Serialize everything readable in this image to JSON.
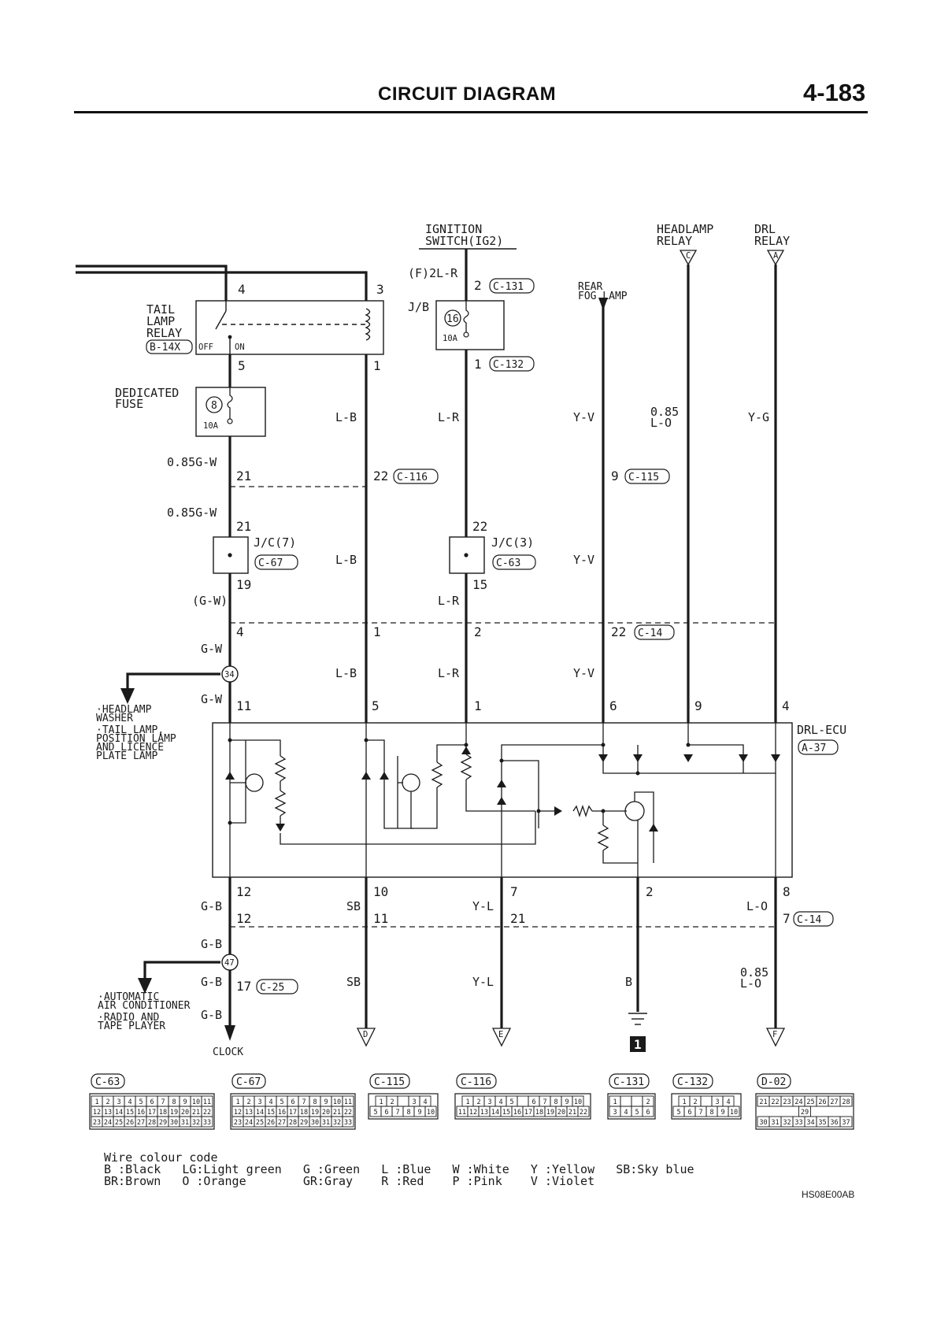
{
  "header": {
    "title": "CIRCUIT DIAGRAM",
    "page": "4-183"
  },
  "sources": {
    "ignition": [
      "IGNITION",
      "SWITCH(IG2)"
    ],
    "headlamp_relay": [
      "HEADLAMP",
      "RELAY"
    ],
    "headlamp_relay_code": "C",
    "drl_relay": [
      "DRL",
      "RELAY"
    ],
    "drl_relay_code": "A",
    "rear_fog": [
      "REAR",
      "FOG LAMP"
    ]
  },
  "tail_relay": {
    "name": [
      "TAIL",
      "LAMP",
      "RELAY"
    ],
    "code": "B-14X",
    "off": "OFF",
    "on": "ON",
    "pin_top_left": "4",
    "pin_top_right": "3",
    "pin_bot_left": "5",
    "pin_bot_right": "1"
  },
  "ded_fuse": {
    "name": [
      "DEDICATED",
      "FUSE"
    ],
    "num": "8",
    "rating": "10A"
  },
  "jb": {
    "label": "J/B",
    "num": "16",
    "rating": "10A",
    "in_wire": "(F)2L-R",
    "pin_in": "2",
    "pin_in_conn": "C-131",
    "pin_out": "1",
    "pin_out_conn": "C-132"
  },
  "jc7": {
    "label": "J/C(7)",
    "conn": "C-67"
  },
  "jc3": {
    "label": "J/C(3)",
    "conn": "C-63"
  },
  "wires": {
    "gw085": "0.85G-W",
    "lb": "L-B",
    "lr": "L-R",
    "yv": "Y-V",
    "lo085": [
      "0.85",
      "L-O"
    ],
    "yg": "Y-G",
    "gw_paren": "(G-W)",
    "gw": "G-W",
    "gb": "G-B",
    "sb": "SB",
    "yl": "Y-L",
    "b": "B",
    "lo": "L-O"
  },
  "pins": {
    "c116_a": "21",
    "c116_b": "22",
    "c116_conn": "C-116",
    "c115": "9",
    "c115_conn": "C-115",
    "jc7_in": "21",
    "jc7_out": "19",
    "jc3_in": "22",
    "jc3_out": "15",
    "c14_a": "4",
    "c14_b": "1",
    "c14_c": "2",
    "c14_d": "22",
    "c14_conn": "C-14",
    "junction_34": "34",
    "ecu_in": [
      "11",
      "5",
      "1",
      "6",
      "9",
      "4"
    ],
    "ecu_out": [
      "12",
      "10",
      "7",
      "2",
      "8"
    ],
    "c14l_a": "12",
    "c14l_b": "11",
    "c14l_c": "21",
    "c14l_d": "7",
    "c14l_conn": "C-14",
    "junction_47": "47",
    "c25": "17",
    "c25_conn": "C-25"
  },
  "ecu": {
    "name": "DRL-ECU",
    "code": "A-37"
  },
  "branches": {
    "upper": [
      "·HEADLAMP",
      " WASHER",
      "·TAIL LAMP,",
      " POSITION LAMP",
      " AND LICENCE",
      " PLATE LAMP"
    ],
    "lower": [
      "·AUTOMATIC",
      " AIR CONDITIONER",
      "·RADIO AND",
      " TAPE PLAYER"
    ],
    "clock": "CLOCK"
  },
  "terminals": {
    "d": "D",
    "e": "E",
    "f": "F",
    "ground": "1"
  },
  "connectors": [
    {
      "id": "C-63",
      "rows": [
        [
          "1",
          "2",
          "3",
          "4",
          "5",
          "6",
          "7",
          "8",
          "9",
          "10",
          "11"
        ],
        [
          "12",
          "13",
          "14",
          "15",
          "16",
          "17",
          "18",
          "19",
          "20",
          "21",
          "22"
        ],
        [
          "23",
          "24",
          "25",
          "26",
          "27",
          "28",
          "29",
          "30",
          "31",
          "32",
          "33"
        ]
      ]
    },
    {
      "id": "C-67",
      "rows": [
        [
          "1",
          "2",
          "3",
          "4",
          "5",
          "6",
          "7",
          "8",
          "9",
          "10",
          "11"
        ],
        [
          "12",
          "13",
          "14",
          "15",
          "16",
          "17",
          "18",
          "19",
          "20",
          "21",
          "22"
        ],
        [
          "23",
          "24",
          "25",
          "26",
          "27",
          "28",
          "29",
          "30",
          "31",
          "32",
          "33"
        ]
      ]
    },
    {
      "id": "C-115",
      "rows": [
        [
          "1",
          "2",
          "",
          "3",
          "4"
        ],
        [
          "5",
          "6",
          "7",
          "8",
          "9",
          "10"
        ]
      ]
    },
    {
      "id": "C-116",
      "rows": [
        [
          "1",
          "2",
          "3",
          "4",
          "5",
          "",
          "6",
          "7",
          "8",
          "9",
          "10"
        ],
        [
          "11",
          "12",
          "13",
          "14",
          "15",
          "16",
          "17",
          "18",
          "19",
          "20",
          "21",
          "22"
        ]
      ]
    },
    {
      "id": "C-131",
      "rows": [
        [
          "1",
          "",
          "",
          "2"
        ],
        [
          "3",
          "4",
          "5",
          "6"
        ]
      ]
    },
    {
      "id": "C-132",
      "rows": [
        [
          "1",
          "2",
          "",
          "3",
          "4"
        ],
        [
          "5",
          "6",
          "7",
          "8",
          "9",
          "10"
        ]
      ]
    },
    {
      "id": "D-02",
      "rows": [
        [
          "21",
          "22",
          "23",
          "24",
          "25",
          "26",
          "27",
          "28"
        ],
        [
          "29"
        ],
        [
          "30",
          "31",
          "32",
          "33",
          "34",
          "35",
          "36",
          "37"
        ]
      ]
    }
  ],
  "legend": {
    "title": "Wire colour code",
    "row1": "B :Black   LG:Light green   G :Green   L :Blue   W :White   Y :Yellow   SB:Sky blue",
    "row2": "BR:Brown   O :Orange        GR:Gray    R :Red    P :Pink    V :Violet"
  },
  "code": "HS08E00AB",
  "colors": {
    "ink": "#1a1a1a",
    "paper": "#ffffff"
  }
}
